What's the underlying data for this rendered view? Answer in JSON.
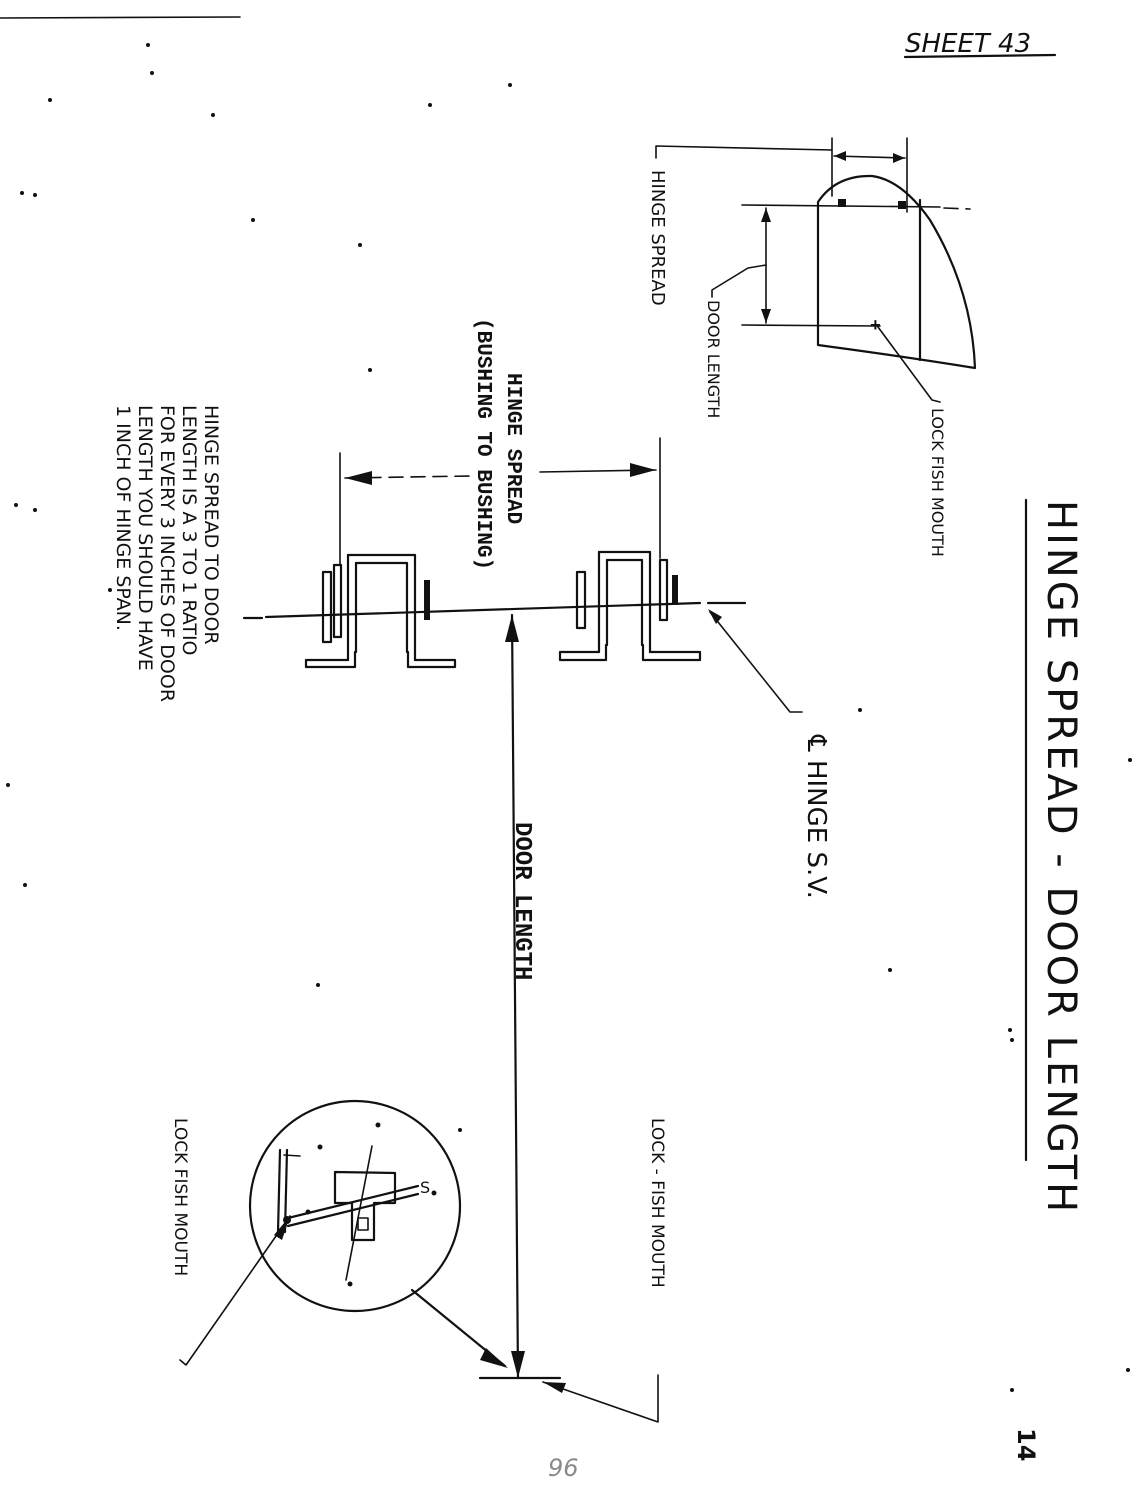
{
  "sheet_label": "SHEET 43",
  "title": "HINGE SPREAD - DOOR LENGTH",
  "page_number": "14",
  "handwritten_note": "96",
  "callouts": {
    "hinge_spread_top": "HINGE SPREAD",
    "door_length_top": "DOOR LENGTH",
    "lock_fish_mouth_top": "LOCK FISH MOUTH",
    "hinge_centerline": "℄ HINGE S.V.",
    "hinge_spread_dim_line1": "HINGE SPREAD",
    "hinge_spread_dim_line2": "(BUSHING TO BUSHING)",
    "door_length_dim": "DOOR LENGTH",
    "lock_fish_mouth_right": "LOCK - FISH MOUTH",
    "lock_fish_mouth_detail": "LOCK FISH MOUTH"
  },
  "note_lines": [
    "HINGE SPREAD TO DOOR",
    "LENGTH IS A 3 TO 1 RATIO",
    "FOR EVERY 3 INCHES OF DOOR",
    "LENGTH YOU SHOULD HAVE",
    "1 INCH OF HINGE SPAN."
  ]
}
